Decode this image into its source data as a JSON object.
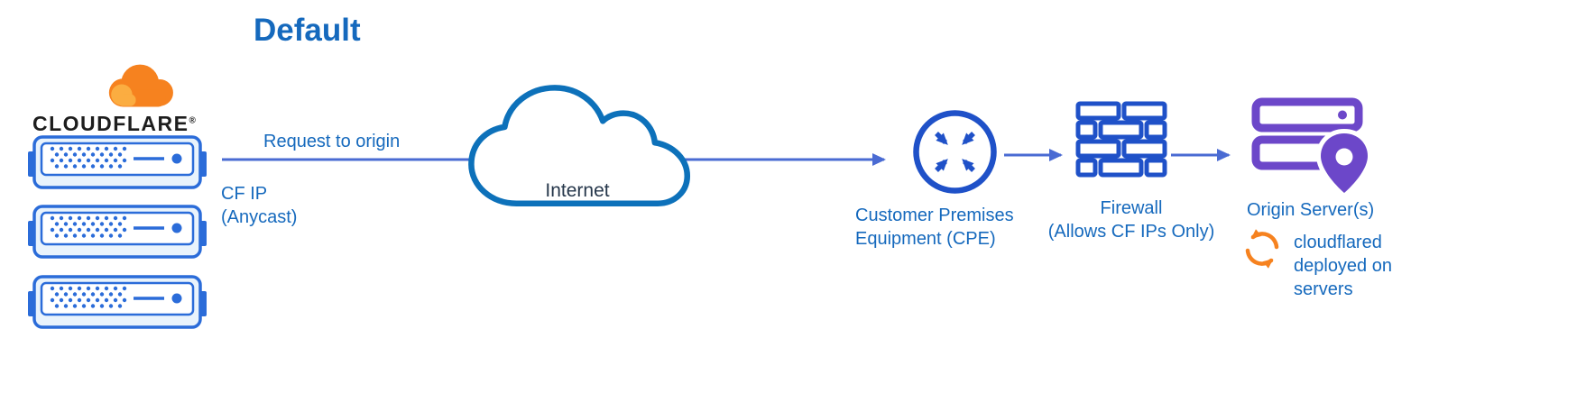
{
  "title": "Default",
  "colors": {
    "text_blue": "#1569BD",
    "arrow_blue": "#4A6BD3",
    "icon_blue": "#1F51C8",
    "internet_cloud_blue": "#0D71BA",
    "server_blue": "#2B6CD9",
    "origin_purple": "#6C47C9",
    "cloudflare_orange": "#F6821F",
    "cloudflare_orange_light": "#FBAD41",
    "wordmark_black": "#1D1D1D",
    "internet_label_dark": "#26374B"
  },
  "cloudflare": {
    "wordmark": "CLOUDFLARE",
    "registered_mark": "®"
  },
  "flow": {
    "request_label": "Request to origin",
    "source_ip_label": "CF IP\n(Anycast)"
  },
  "internet": {
    "label": "Internet"
  },
  "cpe": {
    "label": "Customer Premises\nEquipment (CPE)"
  },
  "firewall": {
    "label": "Firewall\n(Allows CF IPs Only)"
  },
  "origin": {
    "label": "Origin Server(s)",
    "cloudflared_note": "cloudflared\ndeployed on\nservers"
  },
  "icons": {
    "cloudflare-cloud-icon": "orange-cloud",
    "edge-server-icon": "server-rack",
    "internet-cloud-icon": "cloud-outline",
    "cpe-icon": "circle-with-inward-arrows",
    "firewall-icon": "brick-wall",
    "origin-server-icon": "stacked-servers-with-location-pin",
    "cloudflared-sync-icon": "circular-sync-arrows"
  }
}
